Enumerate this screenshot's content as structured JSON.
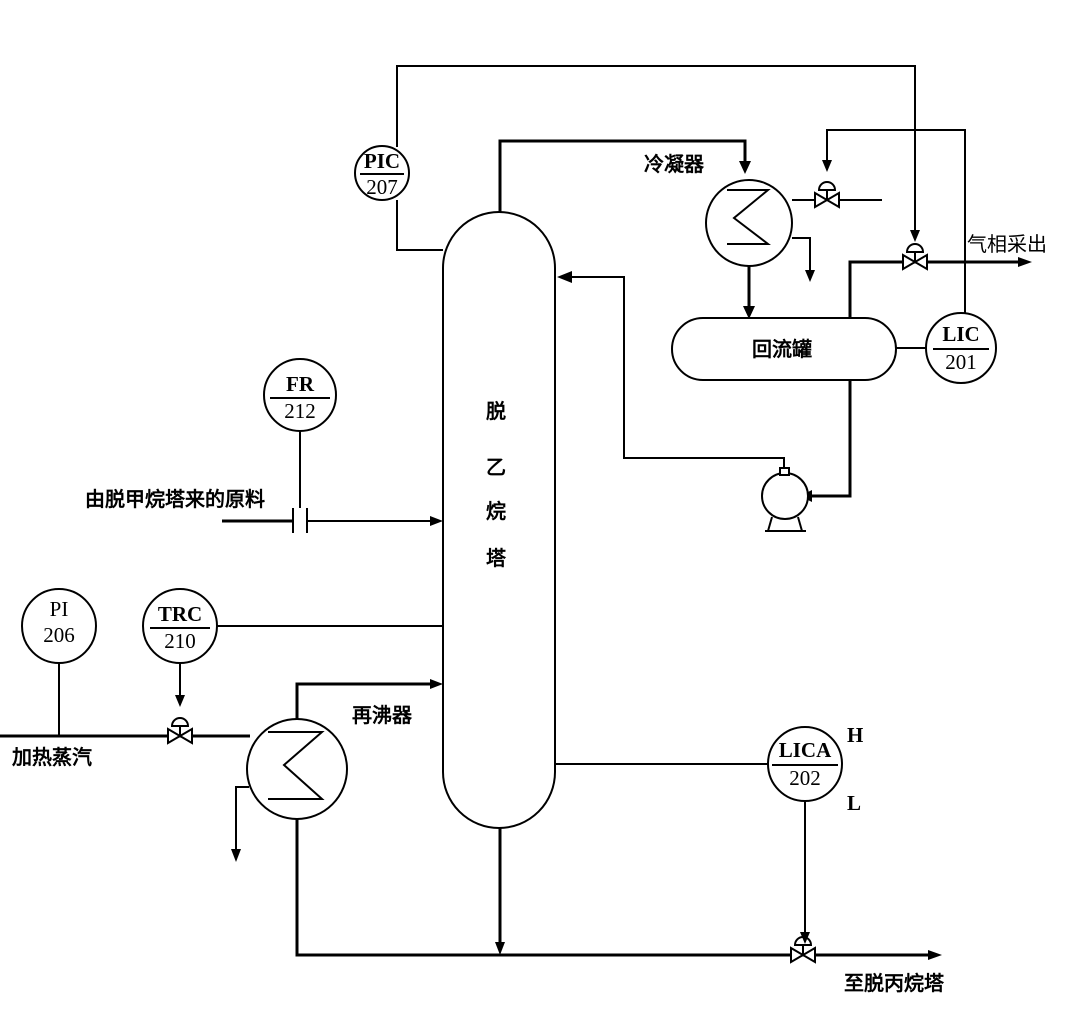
{
  "column": {
    "chars": [
      "脱",
      "乙",
      "烷",
      "塔"
    ]
  },
  "labels": {
    "condenser": "冷凝器",
    "reflux_drum": "回流罐",
    "gas_product": "气相采出",
    "feed": "由脱甲烷塔来的原料",
    "reboiler": "再沸器",
    "steam": "加热蒸汽",
    "to_depropanizer": "至脱丙烷塔",
    "high": "H",
    "low": "L"
  },
  "instruments": {
    "pic": {
      "tag": "PIC",
      "num": "207"
    },
    "fr": {
      "tag": "FR",
      "num": "212"
    },
    "lic": {
      "tag": "LIC",
      "num": "201"
    },
    "pi": {
      "tag": "PI",
      "num": "206"
    },
    "trc": {
      "tag": "TRC",
      "num": "210"
    },
    "lica": {
      "tag": "LICA",
      "num": "202"
    }
  }
}
